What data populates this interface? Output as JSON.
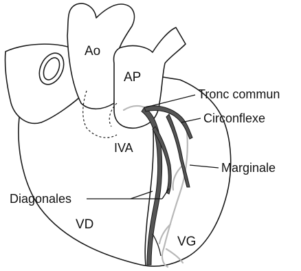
{
  "labels": {
    "aorta": "Ao",
    "pulmonary_artery": "AP",
    "left_main": "Tronc commun",
    "circumflex": "Circonflexe",
    "lad": "IVA",
    "marginal": "Marginale",
    "diagonals": "Diagonales",
    "right_ventricle": "VD",
    "left_ventricle": "VG"
  },
  "colors": {
    "outline": "#1a1a1a",
    "artery_fill": "#555555",
    "vein_gray": "#b8b8b8",
    "background": "#ffffff"
  }
}
